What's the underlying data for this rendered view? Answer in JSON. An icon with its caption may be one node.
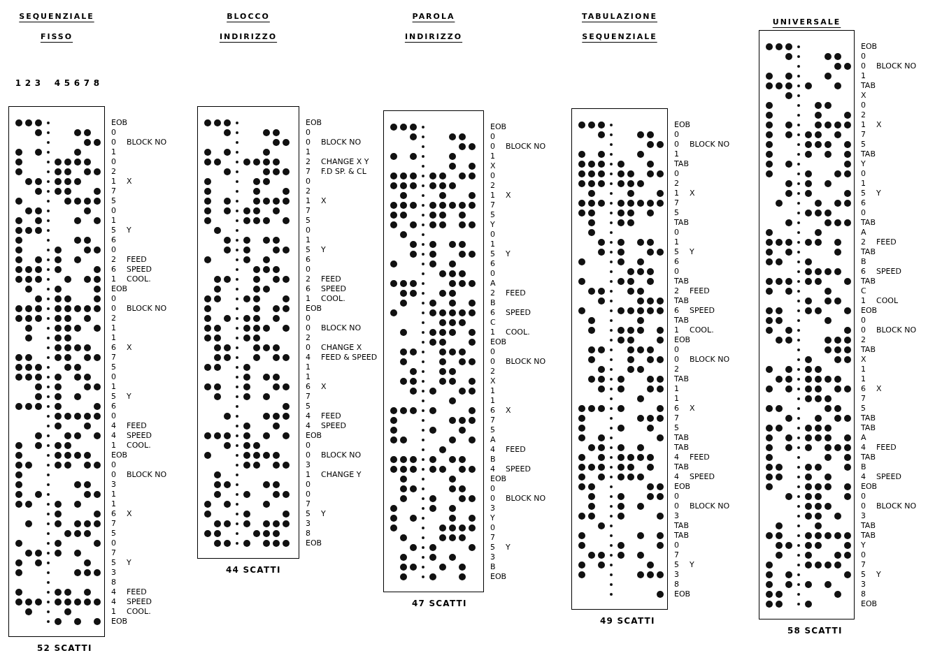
{
  "diagram": {
    "nodes": [
      {
        "text": [],
        "shape": "box",
        "beside": [
          "EOB",
          "0",
          "0 BLOCK NO",
          "1",
          "0",
          "2",
          "1 X",
          "7",
          "5",
          "0",
          "1",
          "5 Y",
          "6",
          "0",
          "2 FEED",
          "6 SPEED",
          "1 COOL.",
          "EOB",
          "0",
          "0 BLOCK NO",
          "2",
          "1",
          "1",
          "6 X",
          "7",
          "5",
          "0",
          "1",
          "5 Y",
          "6",
          "0",
          "4 FEED",
          "4 SPEED",
          "1 COOL.",
          "EOB",
          "0",
          "0 BLOCK NO",
          "3",
          "1",
          "1",
          "6 X",
          "7",
          "5",
          "0",
          "7",
          "5 Y",
          "3",
          "8",
          "4 FEED",
          "4 SPEED",
          "1 COOL.",
          "EOB",
          "52 SCATTI"
        ]
      },
      {
        "text": [],
        "shape": "box",
        "beside": [
          "EOB",
          "0",
          "0 BLOCK NO",
          "1",
          "2 CHANGE X Y",
          "7 F.D SP. & CL",
          "0",
          "2",
          "1 X",
          "7",
          "5",
          "0",
          "1",
          "5 Y",
          "6",
          "0",
          "2 FEED",
          "6 SPEED",
          "1 COOL.",
          "EOB",
          "0",
          "0 BLOCK NO",
          "2",
          "0 CHANGE X",
          "4 FEED & SPEED",
          "1",
          "1",
          "6 X",
          "7",
          "5",
          "4 FEED",
          "4 SPEED",
          "EOB",
          "0",
          "0 BLOCK NO",
          "3",
          "1 CHANGE Y",
          "0",
          "0",
          "7",
          "5 Y",
          "3",
          "8",
          "EOB",
          "44 SCATTI"
        ]
      },
      {
        "text": [],
        "shape": "box",
        "beside": [
          "EOB",
          "0",
          "0 BLOCK NO",
          "1",
          "X",
          "0",
          "2",
          "1 X",
          "7",
          "5",
          "Y",
          "0",
          "1",
          "5 Y",
          "6",
          "0",
          "A",
          "2 FEED",
          "B",
          "6 SPEED",
          "C",
          "1 COOL.",
          "EOB",
          "0",
          "0 BLOCK NO",
          "2",
          "X",
          "1",
          "1",
          "6 X",
          "7",
          "5",
          "A",
          "4 FEED",
          "B",
          "4 SPEED",
          "EOB",
          "0",
          "0 BLOCK NO",
          "3",
          "Y",
          "0",
          "7",
          "5 Y",
          "3",
          "B",
          "EOB",
          "47 SCATTI"
        ]
      },
      {
        "text": [],
        "shape": "box",
        "beside": [
          "EOB",
          "0",
          "0 BLOCK NO",
          "1",
          "TAB",
          "0",
          "2",
          "1 X",
          "7",
          "5",
          "TAB",
          "0",
          "1",
          "5 Y",
          "6",
          "0",
          "TAB",
          "2 FEED",
          "TAB",
          "6 SPEED",
          "TAB",
          "1 COOL.",
          "EOB",
          "0",
          "0 BLOCK NO",
          "2",
          "TAB",
          "1",
          "1",
          "6 X",
          "7",
          "5",
          "TAB",
          "TAB",
          "4 FEED",
          "TAB",
          "4 SPEED",
          "EOB",
          "0",
          "0 BLOCK NO",
          "3",
          "TAB",
          "TAB",
          "0",
          "7",
          "5 Y",
          "3",
          "8",
          "EOB",
          "49 SCATTI"
        ]
      },
      {
        "text": [],
        "shape": "box",
        "beside": [
          "EOB",
          "0",
          "0 BLOCK NO",
          "1",
          "TAB",
          "X",
          "0",
          "2",
          "1 X",
          "7",
          "5",
          "TAB",
          "Y",
          "0",
          "1",
          "5 Y",
          "6",
          "0",
          "TAB",
          "A",
          "2 FEED",
          "TAB",
          "B",
          "6 SPEED",
          "TAB",
          "C",
          "1 COOL",
          "EOB",
          "0",
          "0 BLOCK NO",
          "2",
          "TAB",
          "X",
          "1",
          "1",
          "6 X",
          "7",
          "5",
          "TAB",
          "TAB",
          "A",
          "4 FEED",
          "TAB",
          "B",
          "4 SPEED",
          "EOB",
          "0",
          "0 BLOCK NO",
          "3",
          "TAB",
          "TAB",
          "Y",
          "0",
          "7",
          "5 Y",
          "3",
          "8",
          "EOB",
          "58 SCATTI"
        ]
      }
    ],
    "labels": [
      "SEQUENZIALE FISSO",
      "BLOCCO INDIRIZZO",
      "PAROLA INDIRIZZO",
      "TABULAZIONE SEQUENZIALE",
      "UNIVERSALE",
      "1",
      "2",
      "3",
      "4",
      "5",
      "6",
      "7",
      "8"
    ]
  }
}
